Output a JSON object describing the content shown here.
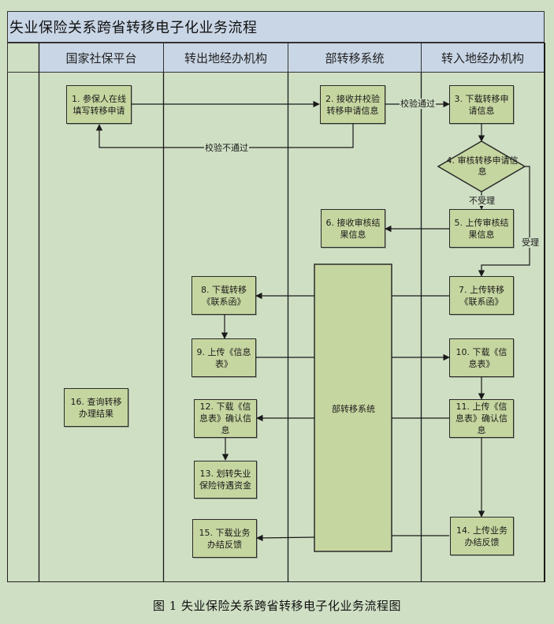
{
  "title": "失业保险关系跨省转移电子化业务流程",
  "lanes": [
    {
      "id": "national",
      "label": "国家社保平台"
    },
    {
      "id": "outbound",
      "label": "转出地经办机构"
    },
    {
      "id": "ministry",
      "label": "部转移系统"
    },
    {
      "id": "inbound",
      "label": "转入地经办机构"
    }
  ],
  "nodes": {
    "n1": "1. 参保人在线填写转移申请",
    "n2": "2. 接收并校验转移申请信息",
    "n3": "3. 下载转移申请信息",
    "n4": "4. 审核转移申请信息",
    "n5": "5. 上传审核结果信息",
    "n6": "6. 接收审核结果信息",
    "n7": "7. 上传转移《联系函》",
    "n8": "8. 下载转移《联系函》",
    "n9": "9. 上传《信息表》",
    "n10": "10. 下载《信息表》",
    "n11": "11. 上传《信息表》确认信息",
    "n12": "12. 下载《信息表》确认信息",
    "n13": "13. 划转失业保险待遇资金",
    "n14": "14. 上传业务办结反馈",
    "n15": "15. 下载业务办结反馈",
    "n16": "16. 查询转移办理结果",
    "system": "部转移系统"
  },
  "edge_labels": {
    "pass": "校验通过",
    "fail": "校验不通过",
    "reject": "不受理",
    "accept": "受理"
  },
  "caption": "图 1  失业保险关系跨省转移电子化业务流程图",
  "colors": {
    "background": "#cfdfc4",
    "header": "#c9d6e6",
    "node": "#c6d6a0",
    "line": "#1a1a1a"
  }
}
